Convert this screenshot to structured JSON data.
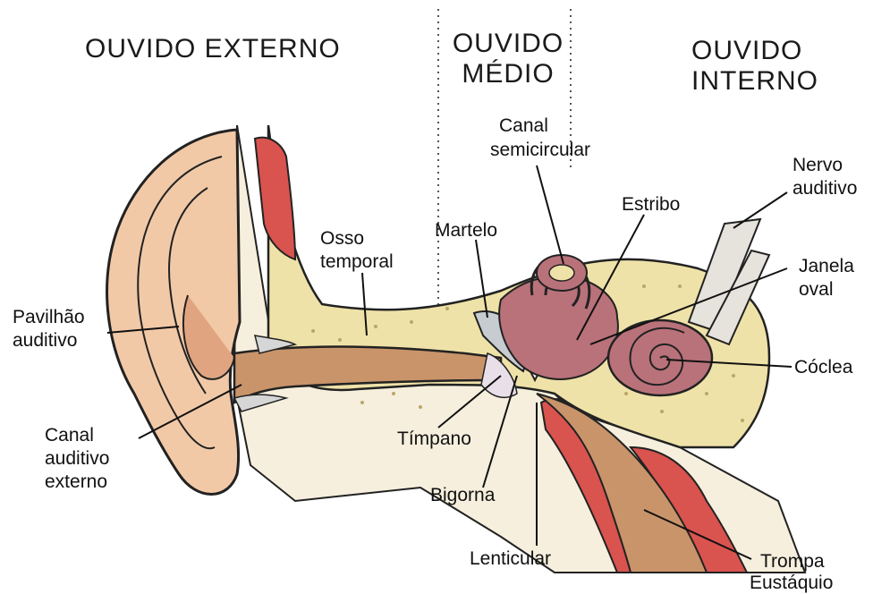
{
  "sections": {
    "outer": "OUVIDO EXTERNO",
    "middle": [
      "OUVIDO",
      "MÉDIO"
    ],
    "inner": [
      "OUVIDO",
      "INTERNO"
    ]
  },
  "labels": {
    "pinna": [
      "Pavilhão",
      "auditivo"
    ],
    "ear_canal": [
      "Canal",
      "auditivo",
      "externo"
    ],
    "temporal_bone": [
      "Osso",
      "temporal"
    ],
    "semicircular_canal": [
      "Canal",
      "semicircular"
    ],
    "hammer": "Martelo",
    "stirrup": "Estribo",
    "auditory_nerve": [
      "Nervo",
      "auditivo"
    ],
    "oval_window": [
      "Janela",
      "oval"
    ],
    "cochlea": "Cóclea",
    "eardrum": "Tímpano",
    "anvil": "Bigorna",
    "lenticular": "Lenticular",
    "eustachian_tube": [
      "Trompa",
      "Eustáquio"
    ]
  },
  "colors": {
    "skin": "#f2c9a7",
    "skin_dark": "#e0a580",
    "bone": "#efe2a8",
    "muscle": "#d9534f",
    "inner_pink": "#b9727a",
    "canal_tan": "#c9946a",
    "cream": "#f6efdd"
  }
}
